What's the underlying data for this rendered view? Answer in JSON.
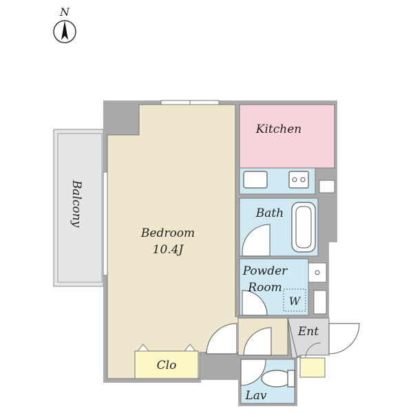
{
  "compass": {
    "label": "N"
  },
  "rooms": {
    "kitchen": {
      "label": "Kitchen",
      "color": "#f7d3db"
    },
    "bedroom": {
      "label": "Bedroom",
      "area": "10.4J",
      "color": "#efe7cc"
    },
    "bath": {
      "label": "Bath",
      "color": "#cfeaf2"
    },
    "powder_room": {
      "label_line1": "Powder",
      "label_line2": "Room",
      "washer": "W",
      "color": "#cfeaf2"
    },
    "entrance": {
      "label": "Ent",
      "color": "#dcdcdc"
    },
    "closet": {
      "label": "Clo",
      "color": "#fbf7c6"
    },
    "lavatory": {
      "label": "Lav",
      "color": "#cfeaf2"
    },
    "balcony": {
      "label": "Balcony",
      "color": "#e6e6e6"
    }
  },
  "colors": {
    "wall": "#a9a9a9",
    "outline": "#555555"
  }
}
